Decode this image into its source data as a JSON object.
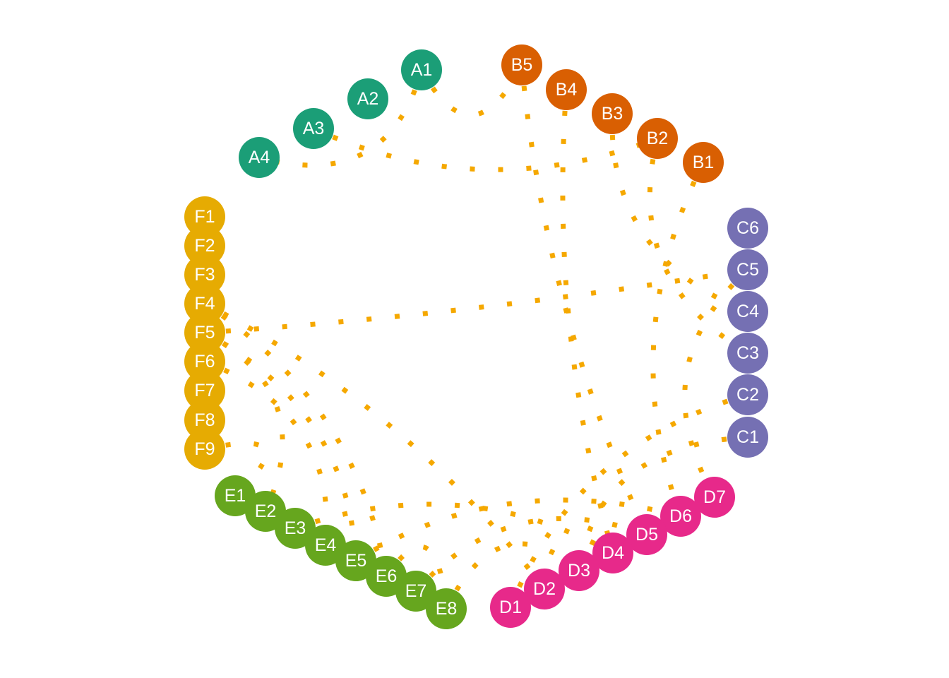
{
  "colors": {
    "edge": "#F5A800",
    "groups": {
      "A": "#1B9E77",
      "B": "#D95F02",
      "C": "#7570B3",
      "D": "#E7298A",
      "E": "#66A61E",
      "F": "#E6AB02"
    }
  },
  "nodes": [
    {
      "id": "A1",
      "group": "A"
    },
    {
      "id": "A2",
      "group": "A"
    },
    {
      "id": "A3",
      "group": "A"
    },
    {
      "id": "A4",
      "group": "A"
    },
    {
      "id": "B5",
      "group": "B"
    },
    {
      "id": "B4",
      "group": "B"
    },
    {
      "id": "B3",
      "group": "B"
    },
    {
      "id": "B2",
      "group": "B"
    },
    {
      "id": "B1",
      "group": "B"
    },
    {
      "id": "C6",
      "group": "C"
    },
    {
      "id": "C5",
      "group": "C"
    },
    {
      "id": "C4",
      "group": "C"
    },
    {
      "id": "C3",
      "group": "C"
    },
    {
      "id": "C2",
      "group": "C"
    },
    {
      "id": "C1",
      "group": "C"
    },
    {
      "id": "D7",
      "group": "D"
    },
    {
      "id": "D6",
      "group": "D"
    },
    {
      "id": "D5",
      "group": "D"
    },
    {
      "id": "D4",
      "group": "D"
    },
    {
      "id": "D3",
      "group": "D"
    },
    {
      "id": "D2",
      "group": "D"
    },
    {
      "id": "D1",
      "group": "D"
    },
    {
      "id": "E8",
      "group": "E"
    },
    {
      "id": "E7",
      "group": "E"
    },
    {
      "id": "E6",
      "group": "E"
    },
    {
      "id": "E5",
      "group": "E"
    },
    {
      "id": "E4",
      "group": "E"
    },
    {
      "id": "E3",
      "group": "E"
    },
    {
      "id": "E2",
      "group": "E"
    },
    {
      "id": "E1",
      "group": "E"
    },
    {
      "id": "F9",
      "group": "F"
    },
    {
      "id": "F8",
      "group": "F"
    },
    {
      "id": "F7",
      "group": "F"
    },
    {
      "id": "F6",
      "group": "F"
    },
    {
      "id": "F5",
      "group": "F"
    },
    {
      "id": "F4",
      "group": "F"
    },
    {
      "id": "F3",
      "group": "F"
    },
    {
      "id": "F2",
      "group": "F"
    },
    {
      "id": "F1",
      "group": "F"
    }
  ],
  "edges": [
    [
      "A1",
      "B5"
    ],
    [
      "A3",
      "B2"
    ],
    [
      "B4",
      "D4"
    ],
    [
      "B3",
      "C4"
    ],
    [
      "B2",
      "C3"
    ],
    [
      "B1",
      "D6"
    ],
    [
      "B5",
      "D5"
    ],
    [
      "C5",
      "D7"
    ],
    [
      "C2",
      "D1"
    ],
    [
      "C1",
      "D3"
    ],
    [
      "F4",
      "E6"
    ],
    [
      "F5",
      "E5"
    ],
    [
      "F5",
      "E2"
    ],
    [
      "F6",
      "E4"
    ],
    [
      "F9",
      "E1"
    ],
    [
      "F4",
      "D2"
    ],
    [
      "F5",
      "C5"
    ],
    [
      "E3",
      "D4"
    ],
    [
      "E5",
      "D6"
    ],
    [
      "E6",
      "E8"
    ],
    [
      "E7",
      "D5"
    ],
    [
      "E8",
      "D3"
    ],
    [
      "A1",
      "A4"
    ]
  ]
}
